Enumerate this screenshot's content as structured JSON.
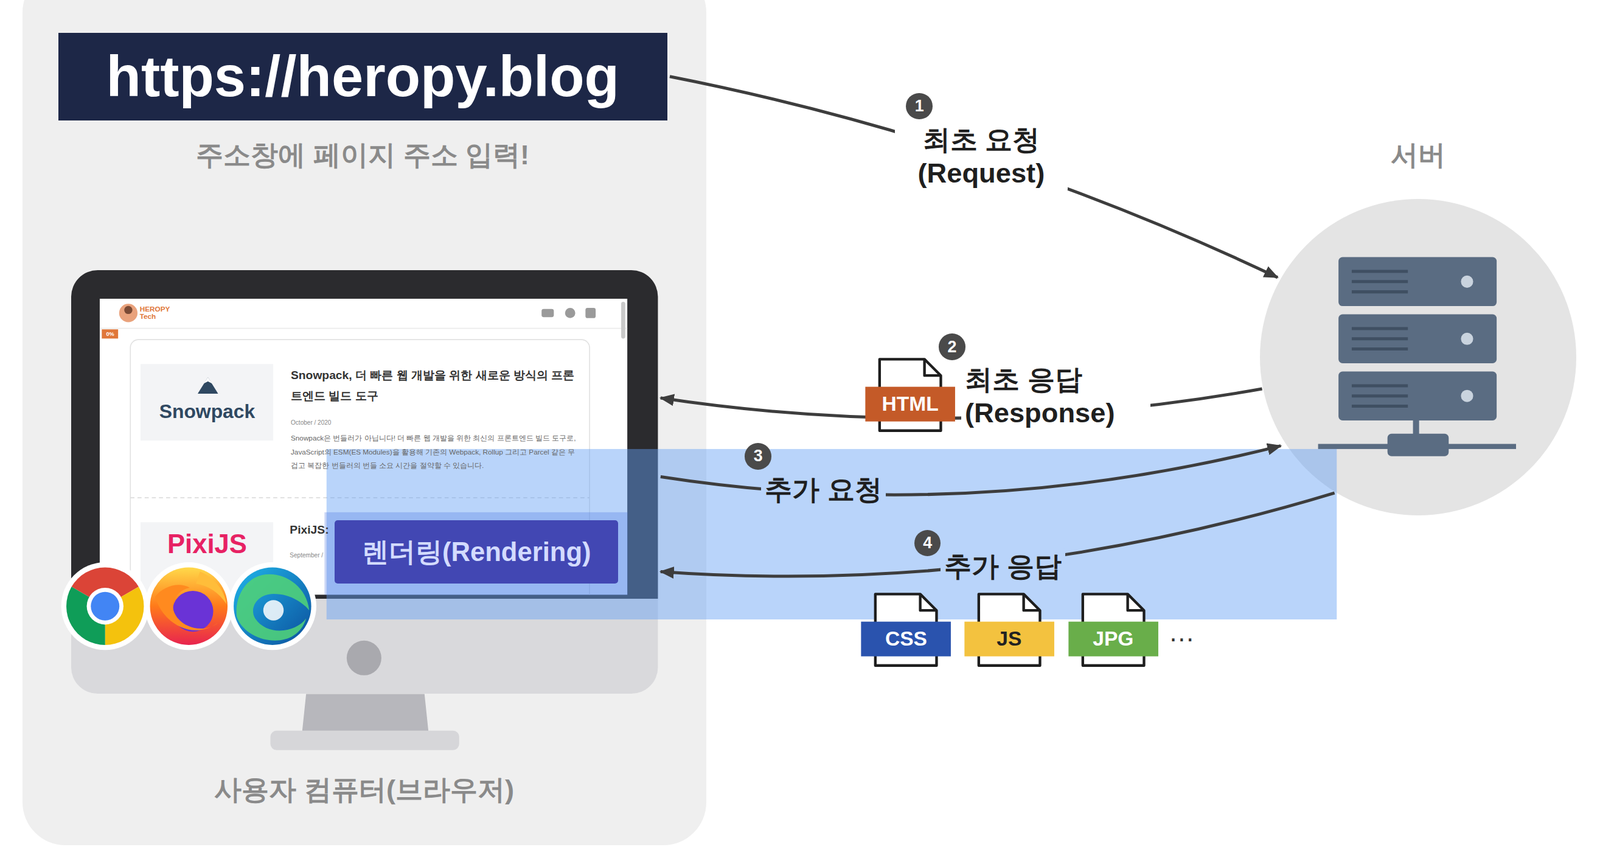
{
  "diagram": {
    "nodes": [
      {
        "text": [
          "사용자 컴퓨터(브라우저)"
        ]
      },
      {
        "text": [
          "https://heropy.blog",
          "주소창에 페이지 주소 입력!"
        ],
        "in": 0
      },
      {
        "text": [
          "HEROPY Tech",
          "0%",
          "Snowpack",
          "Snowpack, 더 빠른 웹 개발을 위한 새로운 방식의 프론트엔드 빌드 도구",
          "October / 2020",
          "Snowpack은 번들러가 아닙니다! 더 빠른 웹 개발을 위한 최신의 프론트엔드 빌드 도구로, JavaScript의 ESM(ES Modules)을 활용해 기존의 Webpack, Rollup 그리고 Parcel 같은 무겁고 복잡한 번들러의 번들 소요 시간을 절약할 수 있습니다.",
          "PixiJS",
          "PixiJS:",
          "September /"
        ],
        "in": 0
      },
      {
        "text": [
          "렌더링(Rendering)"
        ],
        "in": 2
      },
      {
        "text": [
          "서버"
        ]
      },
      {
        "text": [
          "HTML"
        ]
      },
      {
        "text": [
          "CSS"
        ]
      },
      {
        "text": [
          "JS"
        ]
      },
      {
        "text": [
          "JPG"
        ]
      }
    ],
    "edges": [
      {
        "from": 1,
        "to": 4,
        "label": "최초 요청 (Request)",
        "arrow": "to"
      },
      {
        "from": 4,
        "to": 2,
        "label": "최초 응답 (Response)",
        "arrow": "to"
      },
      {
        "from": 2,
        "to": 4,
        "label": "추가 요청",
        "arrow": "to"
      },
      {
        "from": 4,
        "to": 2,
        "label": "추가 응답",
        "arrow": "to"
      }
    ],
    "labels": [
      "1",
      "2",
      "3",
      "4",
      "…"
    ]
  }
}
